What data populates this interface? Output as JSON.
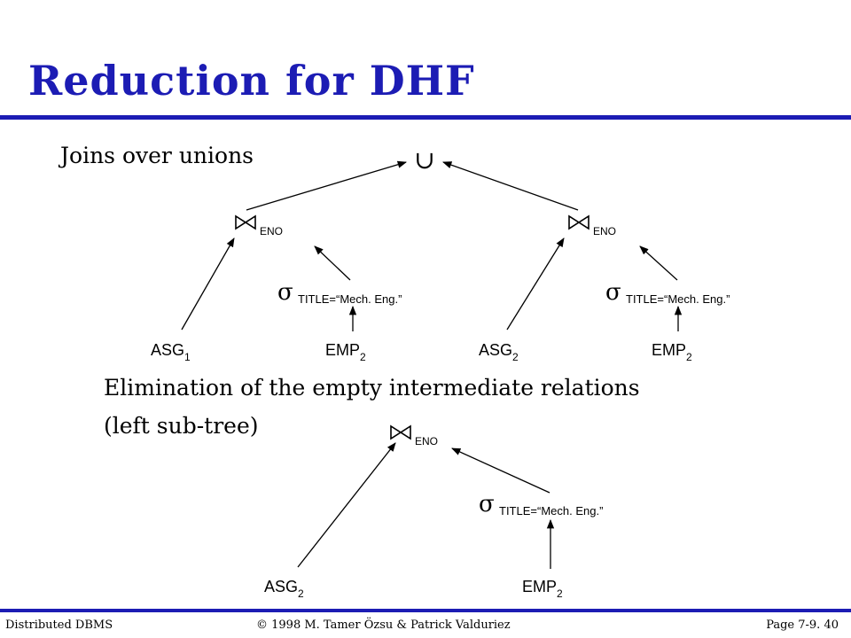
{
  "slide": {
    "title": "Reduction for DHF",
    "bullet_joins": "Joins over unions",
    "bullet_elim_line1": "Elimination of the empty intermediate relations",
    "bullet_elim_line2": "(left sub-tree)"
  },
  "tree1": {
    "union_symbol": "∪",
    "join_left_sub": "ENO",
    "join_right_sub": "ENO",
    "sigma_left": "σ",
    "sigma_left_pred": "TITLE=“Mech.  Eng.”",
    "sigma_right": "σ",
    "sigma_right_pred": "TITLE=“Mech.  Eng.”",
    "leaf_asg1": "ASG",
    "leaf_asg1_sub": "1",
    "leaf_emp_left": "EMP",
    "leaf_emp_left_sub": "2",
    "leaf_asg2": "ASG",
    "leaf_asg2_sub": "2",
    "leaf_emp_right": "EMP",
    "leaf_emp_right_sub": "2"
  },
  "tree2": {
    "join_sub": "ENO",
    "sigma": "σ",
    "sigma_pred": "TITLE=“Mech.  Eng.”",
    "leaf_asg": "ASG",
    "leaf_asg_sub": "2",
    "leaf_emp": "EMP",
    "leaf_emp_sub": "2"
  },
  "footer": {
    "left": "Distributed DBMS",
    "center": "© 1998 M. Tamer Özsu & Patrick Valduriez",
    "right": "Page 7-9. 40"
  },
  "colors": {
    "title_blue": "#1c1cb4",
    "rule_blue": "#1c1cb4"
  }
}
